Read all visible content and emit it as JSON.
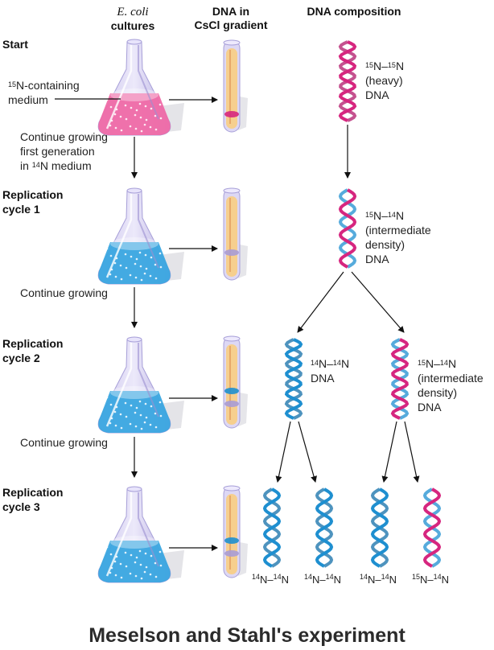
{
  "headers": {
    "col1_italic": "E. coli",
    "col1": "cultures",
    "col2_line1": "DNA in",
    "col2_line2": "CsCl gradient",
    "col3": "DNA composition"
  },
  "rows": [
    {
      "label_line1": "Start",
      "label_line2": ""
    },
    {
      "label_line1": "Replication",
      "label_line2": "cycle 1"
    },
    {
      "label_line1": "Replication",
      "label_line2": "cycle 2"
    },
    {
      "label_line1": "Replication",
      "label_line2": "cycle 3"
    }
  ],
  "notes": {
    "medium_sup": "15",
    "medium_line1": "N-containing",
    "medium_line2": "medium",
    "step1_line1": "Continue growing",
    "step1_line2": "first generation",
    "step1_line3_pre": "in ",
    "step1_line3_sup": "14",
    "step1_line3_post": "N medium",
    "step2": "Continue growing",
    "step3": "Continue growing"
  },
  "dna_labels": {
    "start": {
      "sup1": "15",
      "sup2": "15",
      "line2": "(heavy)",
      "line3": "DNA"
    },
    "cycle1": {
      "sup1": "15",
      "sup2": "14",
      "line2": "(intermediate",
      "line3": "density)",
      "line4": "DNA"
    },
    "cycle2_light": {
      "sup1": "14",
      "sup2": "14",
      "line2": "DNA"
    },
    "cycle2_inter": {
      "sup1": "15",
      "sup2": "14",
      "line2": "(intermediate",
      "line3": "density)",
      "line4": "DNA"
    }
  },
  "cycle3_labels": [
    {
      "sup1": "14",
      "sup2": "14"
    },
    {
      "sup1": "14",
      "sup2": "14"
    },
    {
      "sup1": "14",
      "sup2": "14"
    },
    {
      "sup1": "15",
      "sup2": "14"
    }
  ],
  "title": "Meselson and Stahl's experiment",
  "colors": {
    "heavy": "#d6267f",
    "light": "#1e8fd0",
    "medium_start": "#ef6aa6",
    "medium_growth": "#3aa6e0",
    "tube_fill": "#f6cf8e",
    "band_heavy": "#d6267f",
    "band_intermediate": "#a89bd6",
    "band_light": "#1e8fd0"
  },
  "tubes": [
    {
      "bands": [
        "heavy"
      ]
    },
    {
      "bands": [
        "intermediate"
      ]
    },
    {
      "bands": [
        "light",
        "intermediate"
      ]
    },
    {
      "bands": [
        "light",
        "intermediate"
      ]
    }
  ]
}
